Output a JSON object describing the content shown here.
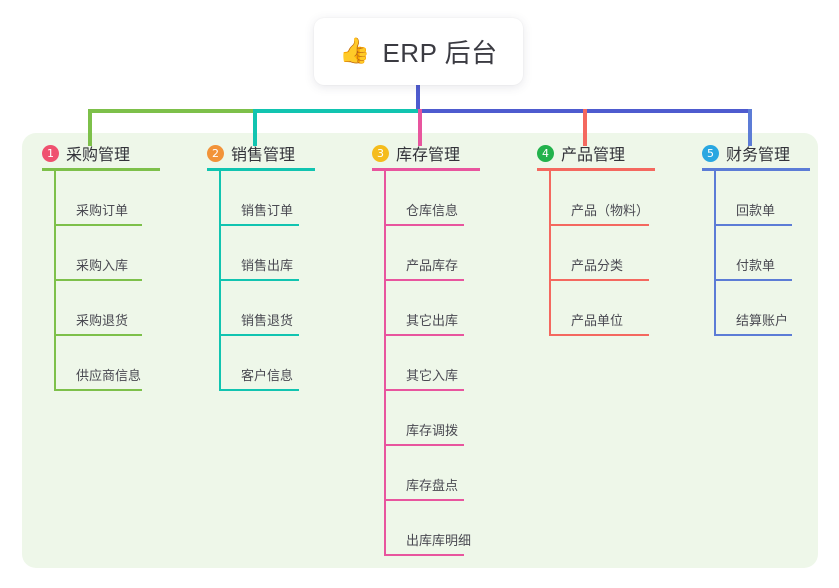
{
  "root": {
    "icon": "thumbs-up-emoji",
    "icon_glyph": "👍",
    "title": "ERP 后台"
  },
  "colors": {
    "panel_bg": "#eef7e9",
    "stem": "#4e5bcf",
    "col1": "#7dc04a",
    "col2": "#11c4b0",
    "col3": "#e8559e",
    "col4": "#f4685f",
    "col5": "#5c7cd6",
    "badge1": "#ef516f",
    "badge2": "#f29339",
    "badge3": "#f5bc1c",
    "badge4": "#22b24c",
    "badge5": "#29a7e1"
  },
  "columns": [
    {
      "number": "1",
      "title": "采购管理",
      "badge_color": "#ef516f",
      "line_color": "#7dc04a",
      "items": [
        "采购订单",
        "采购入库",
        "采购退货",
        "供应商信息"
      ]
    },
    {
      "number": "2",
      "title": "销售管理",
      "badge_color": "#f29339",
      "line_color": "#11c4b0",
      "items": [
        "销售订单",
        "销售出库",
        "销售退货",
        "客户信息"
      ]
    },
    {
      "number": "3",
      "title": "库存管理",
      "badge_color": "#f5bc1c",
      "line_color": "#e8559e",
      "items": [
        "仓库信息",
        "产品库存",
        "其它出库",
        "其它入库",
        "库存调拨",
        "库存盘点",
        "出库库明细"
      ]
    },
    {
      "number": "4",
      "title": "产品管理",
      "badge_color": "#22b24c",
      "line_color": "#f4685f",
      "items": [
        "产品（物料）",
        "产品分类",
        "产品单位"
      ]
    },
    {
      "number": "5",
      "title": "财务管理",
      "badge_color": "#29a7e1",
      "line_color": "#5c7cd6",
      "items": [
        "回款单",
        "付款单",
        "结算账户"
      ]
    }
  ]
}
